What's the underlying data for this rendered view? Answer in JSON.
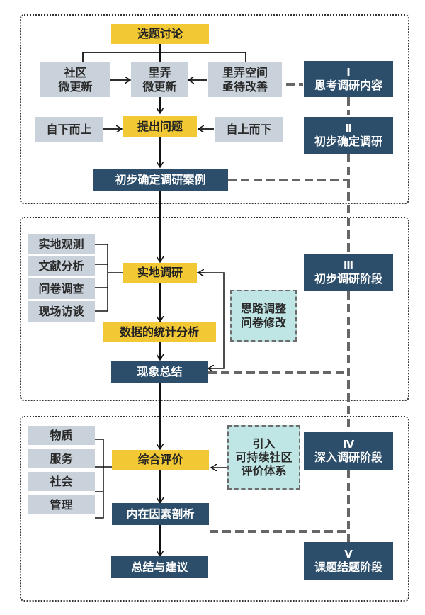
{
  "sections": [
    {
      "name": "section-topic-selection"
    },
    {
      "name": "section-preliminary-research"
    },
    {
      "name": "section-in-depth-research"
    }
  ],
  "nodes": {
    "topic_discussion": "选题讨论",
    "community_micro_renewal": [
      "社区",
      "微更新"
    ],
    "lane_micro_renewal": [
      "里弄",
      "微更新"
    ],
    "lane_space_urgent": [
      "里弄空间",
      "亟待改善"
    ],
    "bottom_up": "自下而上",
    "raise_question": "提出问题",
    "top_down": "自上而下",
    "determine_cases": "初步确定调研案例",
    "field_observation": "实地观测",
    "literature_analysis": "文献分析",
    "questionnaire_survey": "问卷调查",
    "onsite_interview": "现场访谈",
    "field_research": "实地调研",
    "statistical_analysis": "数据的统计分析",
    "adjustment": [
      "思路调整",
      "问卷修改"
    ],
    "phenomenon_summary": "现象总结",
    "material": "物质",
    "service": "服务",
    "society": "社会",
    "management": "管理",
    "comprehensive_evaluation": "综合评价",
    "sustainable_system": [
      "引入",
      "可持续社区",
      "评价体系"
    ],
    "internal_factor_analysis": "内在因素剖析",
    "summary_suggestions": "总结与建议"
  },
  "stages": [
    {
      "roman": "Ⅰ",
      "label": "思考调研内容"
    },
    {
      "roman": "Ⅱ",
      "label": "初步确定调研"
    },
    {
      "roman": "Ⅲ",
      "label": "初步调研阶段"
    },
    {
      "roman": "Ⅳ",
      "label": "深入调研阶段"
    },
    {
      "roman": "Ⅴ",
      "label": "课题结题阶段"
    }
  ],
  "colors": {
    "yellow": "#f2c935",
    "gray": "#c9d2da",
    "navy": "#2c4e6b",
    "teal": "#bfe5e5"
  }
}
